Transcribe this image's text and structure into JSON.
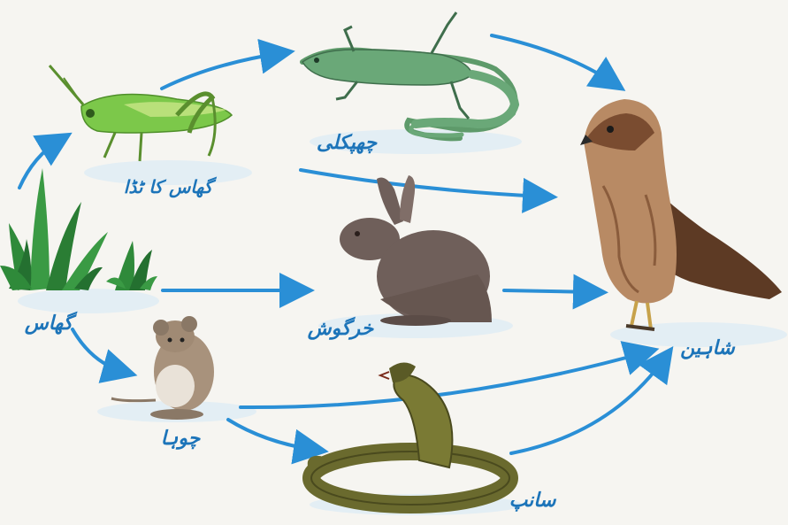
{
  "food_web": {
    "nodes": {
      "grass": {
        "label": "گھاس",
        "icon": "grass-icon"
      },
      "grasshopper": {
        "label": "گھاس کا ٹڈا",
        "icon": "grasshopper-icon"
      },
      "lizard": {
        "label": "چھپکلی",
        "icon": "lizard-icon"
      },
      "rabbit": {
        "label": "خرگوش",
        "icon": "rabbit-icon"
      },
      "mouse": {
        "label": "چوہا",
        "icon": "mouse-icon"
      },
      "snake": {
        "label": "سانپ",
        "icon": "snake-icon"
      },
      "hawk": {
        "label": "شاہین",
        "icon": "hawk-icon"
      }
    },
    "links": [
      {
        "from": "grass",
        "to": "grasshopper"
      },
      {
        "from": "grass",
        "to": "rabbit"
      },
      {
        "from": "grass",
        "to": "mouse"
      },
      {
        "from": "grasshopper",
        "to": "lizard"
      },
      {
        "from": "grasshopper",
        "to": "hawk"
      },
      {
        "from": "lizard",
        "to": "hawk"
      },
      {
        "from": "rabbit",
        "to": "hawk"
      },
      {
        "from": "mouse",
        "to": "snake"
      },
      {
        "from": "mouse",
        "to": "hawk"
      },
      {
        "from": "snake",
        "to": "hawk"
      }
    ],
    "colors": {
      "arrow": "#2a8fd6",
      "label": "#1c74b9",
      "grass": "#2f8a3a",
      "grasshopper": "#7cc84a",
      "lizard": "#5e9a6a",
      "rabbit": "#6f5f5a",
      "mouse": "#a8927c",
      "snake": "#6a6a2e",
      "hawk": "#7a4c30"
    }
  }
}
